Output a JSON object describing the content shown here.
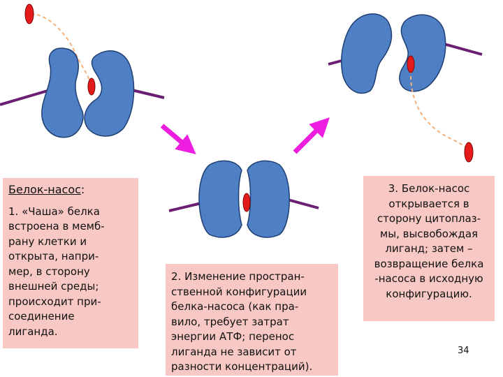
{
  "colors": {
    "protein": "#4f7fc4",
    "protein_outline": "#1f3f73",
    "ligand": "#e51a1a",
    "membrane": "#6b1f73",
    "arrow": "#ee1ee0",
    "path": "#f4b27a",
    "textbox_bg": "#f7c8c4"
  },
  "step1": {
    "title": "Белок-насос",
    "title_suffix": ":",
    "body": "1. «Чаша» белка\nвстроена в мемб-\nрану клетки и\nоткрыта, напри-\nмер, в сторону\nвнешней среды;\nпроисходит при-\nсоединение\nлиганда."
  },
  "step2": {
    "body": "2. Изменение простран-\nственной конфигурации\nбелка-насоса (как пра-\nвило, требует затрат\nэнергии АТФ; перенос\nлиганда не зависит от\nразности концентраций)."
  },
  "step3": {
    "body": "3. Белок-насос\nоткрывается в\nсторону цитоплаз-\nмы, высвобождая\nлиганд; затем –\nвозвращение белка\n-насоса в исходную\nконфигурацию."
  },
  "page_number": "34"
}
